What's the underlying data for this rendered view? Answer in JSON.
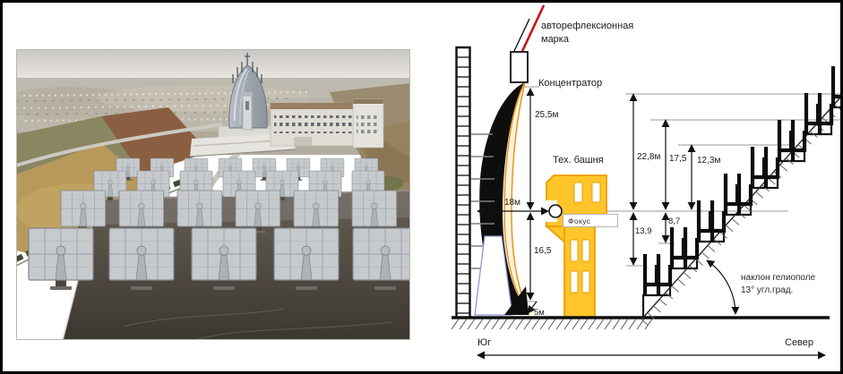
{
  "colors": {
    "tower_yellow": "#FFC52B",
    "tower_border": "#ED9C00",
    "face_orange": "#E8951C",
    "mark_red": "#C41414"
  },
  "photo": {
    "icon": "aerial-photo-solar-furnace-complex"
  },
  "diagram": {
    "labels": {
      "autoreflection_mark_line1": "авторефлексионная",
      "autoreflection_mark_line2": "марка",
      "concentrator": "Концентратор",
      "tech_tower": "Тех. башня",
      "focus": "Фокус",
      "incline_line1": "наклон гелиополе",
      "incline_line2": "13° угл.град.",
      "south": "Юг",
      "north": "Север"
    },
    "dimensions": {
      "concentrator_height": "25,5м",
      "concentrator_to_focus": "18м",
      "focus_to_base": "16,5",
      "base_clearance": "5м",
      "helio_h1": "22,8м",
      "helio_h2": "17,5",
      "helio_h3": "12,3м",
      "helio_d1": "8,7",
      "helio_d2": "13,9"
    }
  }
}
